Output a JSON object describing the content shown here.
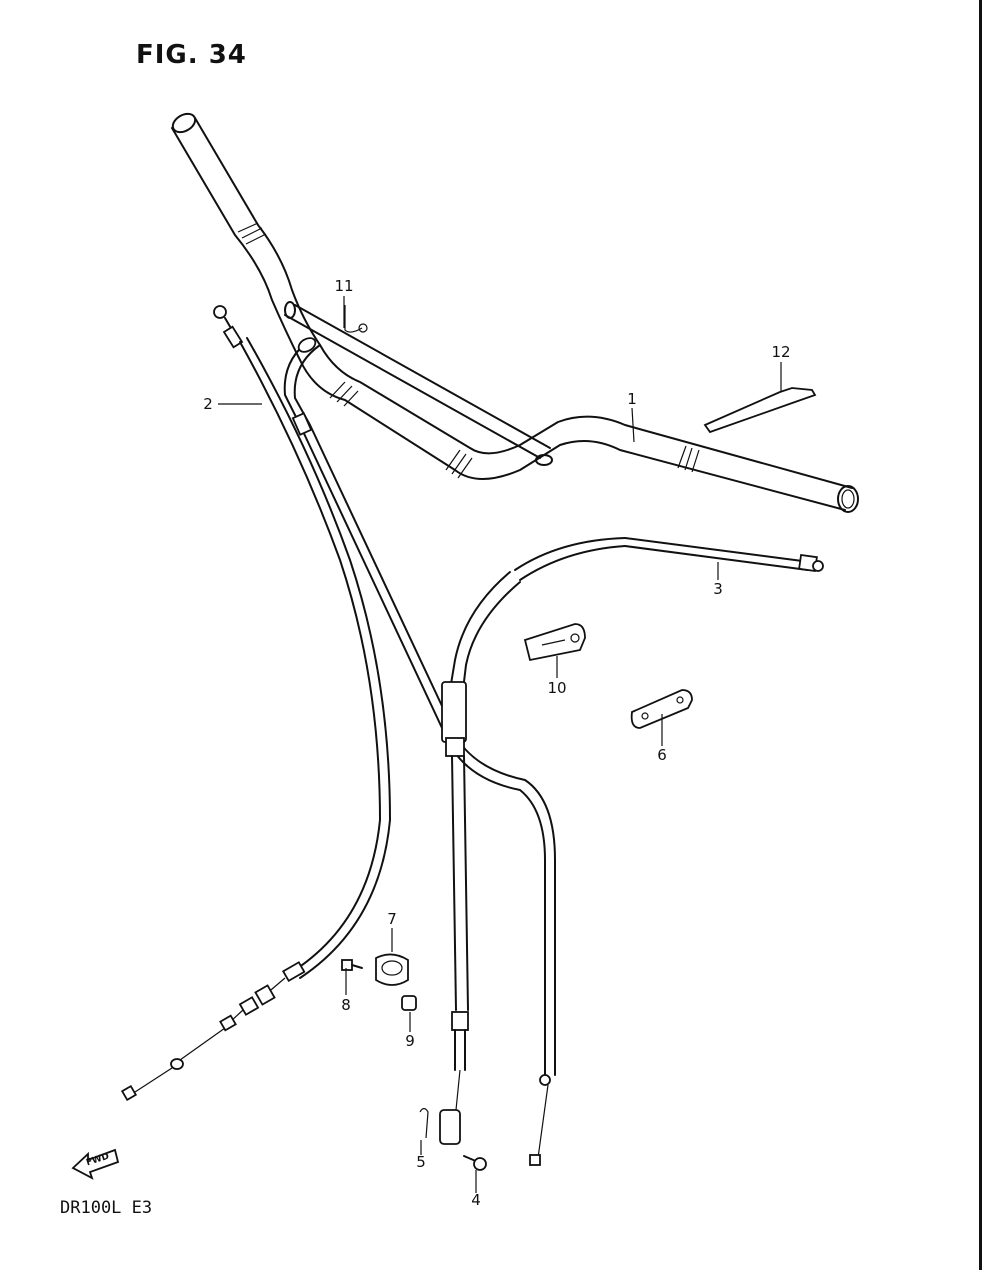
{
  "figure": {
    "title": "FIG. 34",
    "model": "DR100L  E3"
  },
  "fwd_mark": {
    "label": "FWD",
    "icon": "fwd-arrow-icon"
  },
  "callouts": {
    "c1": "1",
    "c2": "2",
    "c3": "3",
    "c4": "4",
    "c5": "5",
    "c6": "6",
    "c7": "7",
    "c8": "8",
    "c9": "9",
    "c10": "10",
    "c11": "11",
    "c12": "12"
  }
}
